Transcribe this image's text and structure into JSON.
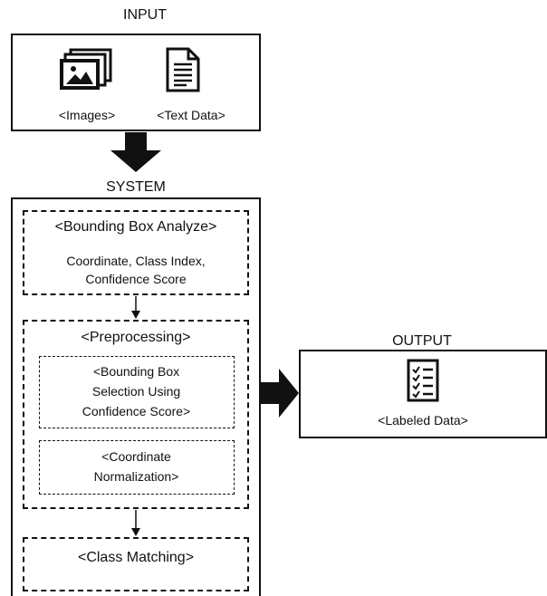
{
  "input": {
    "heading": "INPUT",
    "items": [
      {
        "label": "<Images>",
        "icon": "images-icon"
      },
      {
        "label": "<Text Data>",
        "icon": "document-icon"
      }
    ]
  },
  "system": {
    "heading": "SYSTEM",
    "bounding_box": {
      "title": "<Bounding Box Analyze>",
      "line1": "Coordinate, Class Index,",
      "line2": "Confidence Score"
    },
    "preprocessing": {
      "title": "<Preprocessing>",
      "step1_line1": "<Bounding Box",
      "step1_line2": "Selection Using",
      "step1_line3": "Confidence Score>",
      "step2_line1": "<Coordinate",
      "step2_line2": "Normalization>"
    },
    "class_matching": {
      "title": "<Class Matching>"
    }
  },
  "output": {
    "heading": "OUTPUT",
    "label": "<Labeled Data>",
    "icon": "checklist-icon"
  }
}
